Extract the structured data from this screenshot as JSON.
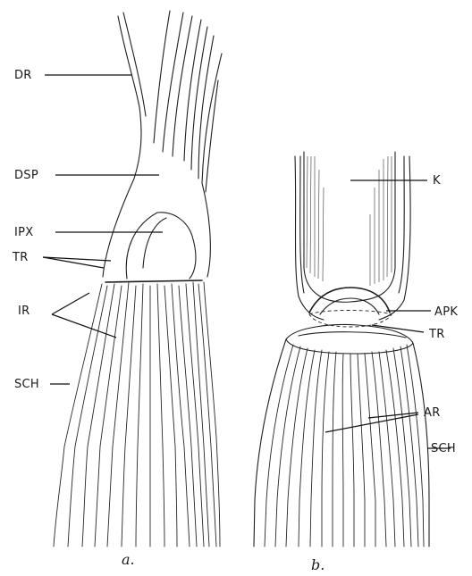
{
  "figure_a": {
    "labels": {
      "dr": "DR",
      "dsp": "DSP",
      "ipx": "IPX",
      "tr": "TR",
      "ir": "IR",
      "sch": "SCH"
    },
    "caption": "a."
  },
  "figure_b": {
    "labels": {
      "k": "K",
      "apk": "APK",
      "tr": "TR",
      "ar": "AR",
      "sch": "SCH"
    },
    "caption": "b."
  }
}
